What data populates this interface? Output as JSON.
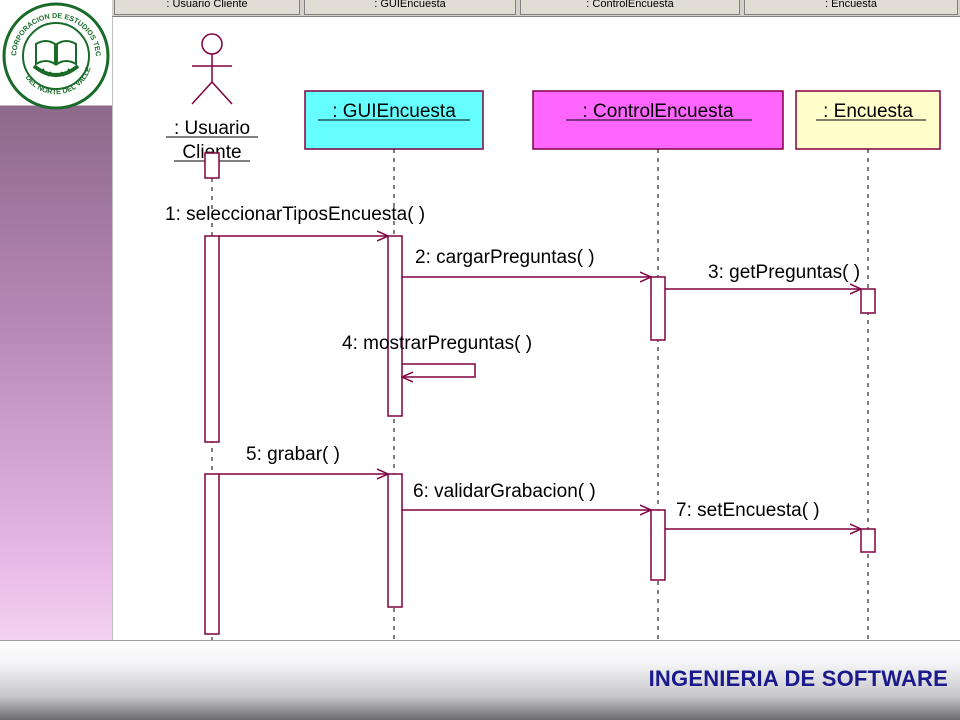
{
  "header": {
    "columns": [
      ": Usuario Cliente",
      ": GUIEncuesta",
      ": ControlEncuesta",
      ": Encuesta"
    ]
  },
  "logo": {
    "text_top": "CORPORACION DE ESTUDIOS TECNOLOGICOS",
    "text_bottom": "DEL NORTE DEL VALLE"
  },
  "actor": {
    "line1": ": Usuario",
    "line2": "Cliente"
  },
  "objects": [
    {
      "label": ": GUIEncuesta",
      "fill": "#66ffff"
    },
    {
      "label": ": ControlEncuesta",
      "fill": "#ff66ff"
    },
    {
      "label": ": Encuesta",
      "fill": "#ffffcc"
    }
  ],
  "messages": [
    {
      "label": "1: seleccionarTiposEncuesta( )"
    },
    {
      "label": "2: cargarPreguntas( )"
    },
    {
      "label": "3: getPreguntas( )"
    },
    {
      "label": "4: mostrarPreguntas( )"
    },
    {
      "label": "5: grabar( )"
    },
    {
      "label": "6: validarGrabacion( )"
    },
    {
      "label": "7: setEncuesta( )"
    }
  ],
  "colors": {
    "lines": "#800040",
    "accent_text": "#1a1a8c"
  },
  "footer": {
    "title": "INGENIERIA DE SOFTWARE"
  }
}
